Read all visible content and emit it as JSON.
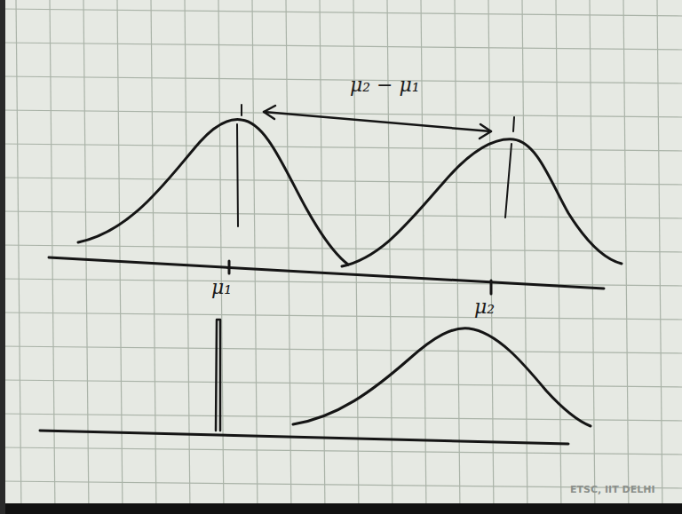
{
  "diagram": {
    "labels": [
      "μ₂ − μ₁",
      "μ₁",
      "μ₂",
      "ETSC, IIT DELHI"
    ]
  }
}
